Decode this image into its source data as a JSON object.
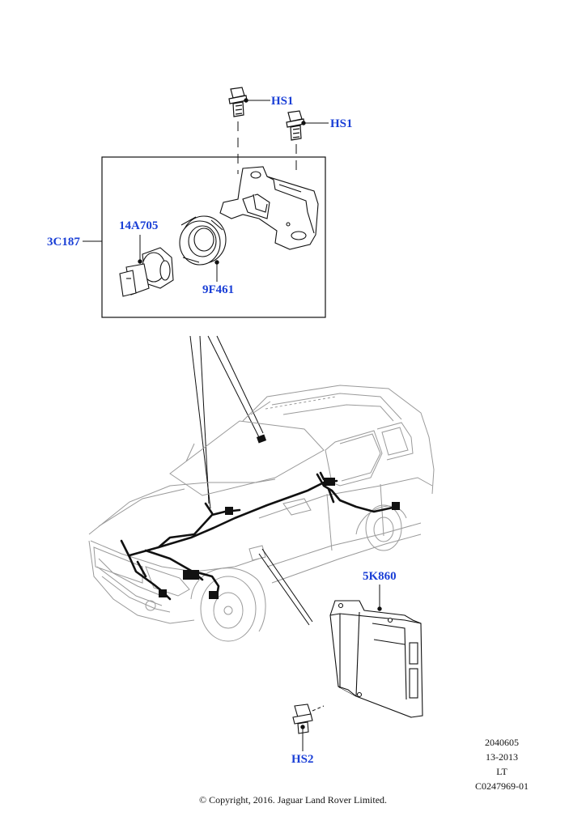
{
  "colors": {
    "callout": "#1a3fd6",
    "line": "#111111",
    "car_outline": "#9a9a9a",
    "harness": "#111111"
  },
  "callouts": {
    "hs1_top": "HS1",
    "hs1_right": "HS1",
    "bracket_3c187": "3C187",
    "sensor_14a705": "14A705",
    "ring_9f461": "9F461",
    "module_5k860": "5K860",
    "bolt_hs2": "HS2"
  },
  "info_block": {
    "line1": "2040605",
    "line2": "13-2013",
    "line3": "LT",
    "line4": "C0247969-01"
  },
  "copyright": "© Copyright, 2016. Jaguar Land Rover Limited."
}
